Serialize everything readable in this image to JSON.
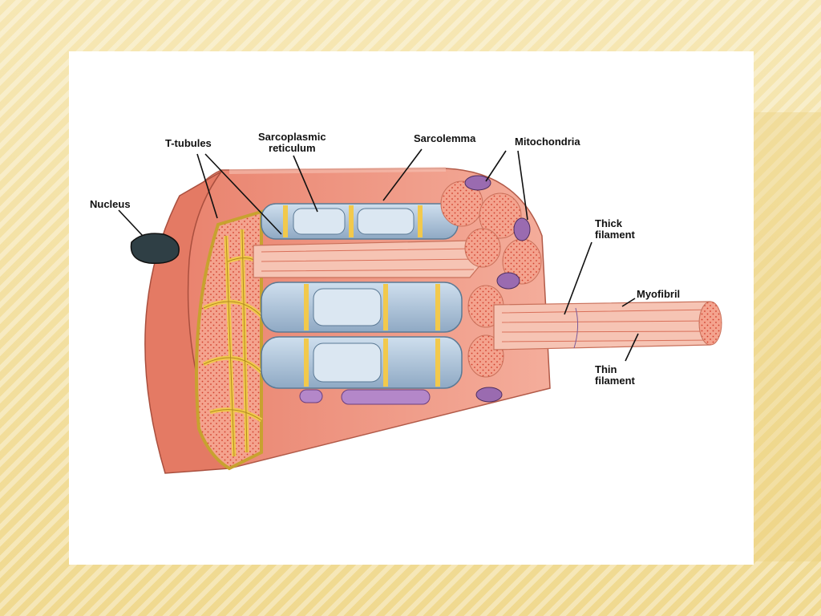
{
  "labels": {
    "t_tubules": "T-tubules",
    "sarcoplasmic_reticulum_line1": "Sarcoplasmic",
    "sarcoplasmic_reticulum_line2": "reticulum",
    "sarcolemma": "Sarcolemma",
    "mitochondria": "Mitochondria",
    "nucleus": "Nucleus",
    "thick_filament_line1": "Thick",
    "thick_filament_line2": "filament",
    "myofibril": "Myofibril",
    "thin_filament_line1": "Thin",
    "thin_filament_line2": "filament"
  },
  "colors": {
    "sarcolemma": "#e8836b",
    "myofibril": "#f2a08c",
    "t_tubule": "#f2c94c",
    "sarcoplasmic_reticulum": "#b8cde0",
    "mitochondria": "#9a6bb0",
    "nucleus": "#2f3f45"
  }
}
